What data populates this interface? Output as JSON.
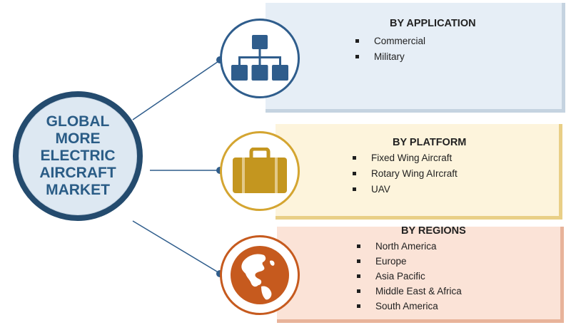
{
  "hub": {
    "title": "GLOBAL MORE ELECTRIC AIRCRAFT MARKET"
  },
  "segments": [
    {
      "title": "BY APPLICATION",
      "items": [
        "Commercial",
        "Military"
      ],
      "icon": "hierarchy-icon",
      "accent": "#2f5d8c"
    },
    {
      "title": "BY PLATFORM",
      "items": [
        "Fixed Wing Aircraft",
        "Rotary Wing AIrcraft",
        "UAV"
      ],
      "icon": "briefcase-icon",
      "accent": "#d4a531"
    },
    {
      "title": "BY REGIONS",
      "items": [
        "North America",
        "Europe",
        "Asia Pacific",
        "Middle East & Africa",
        "South America"
      ],
      "icon": "globe-icon",
      "accent": "#c65a1e"
    }
  ],
  "colors": {
    "hub_border": "#244b6e",
    "hub_fill": "#dde8f2",
    "hub_text": "#2a5c86",
    "card_blue": "#e6eef6",
    "card_yellow": "#fdf4dc",
    "card_orange": "#fbe3d7"
  }
}
